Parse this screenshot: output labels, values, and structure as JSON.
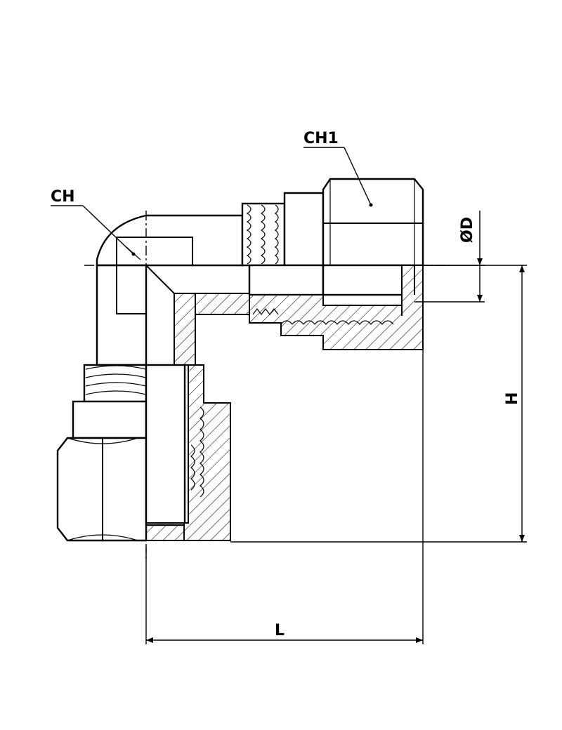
{
  "labels": {
    "ch": "CH",
    "ch1": "CH1",
    "od": "ØD",
    "h": "H",
    "l": "L"
  }
}
